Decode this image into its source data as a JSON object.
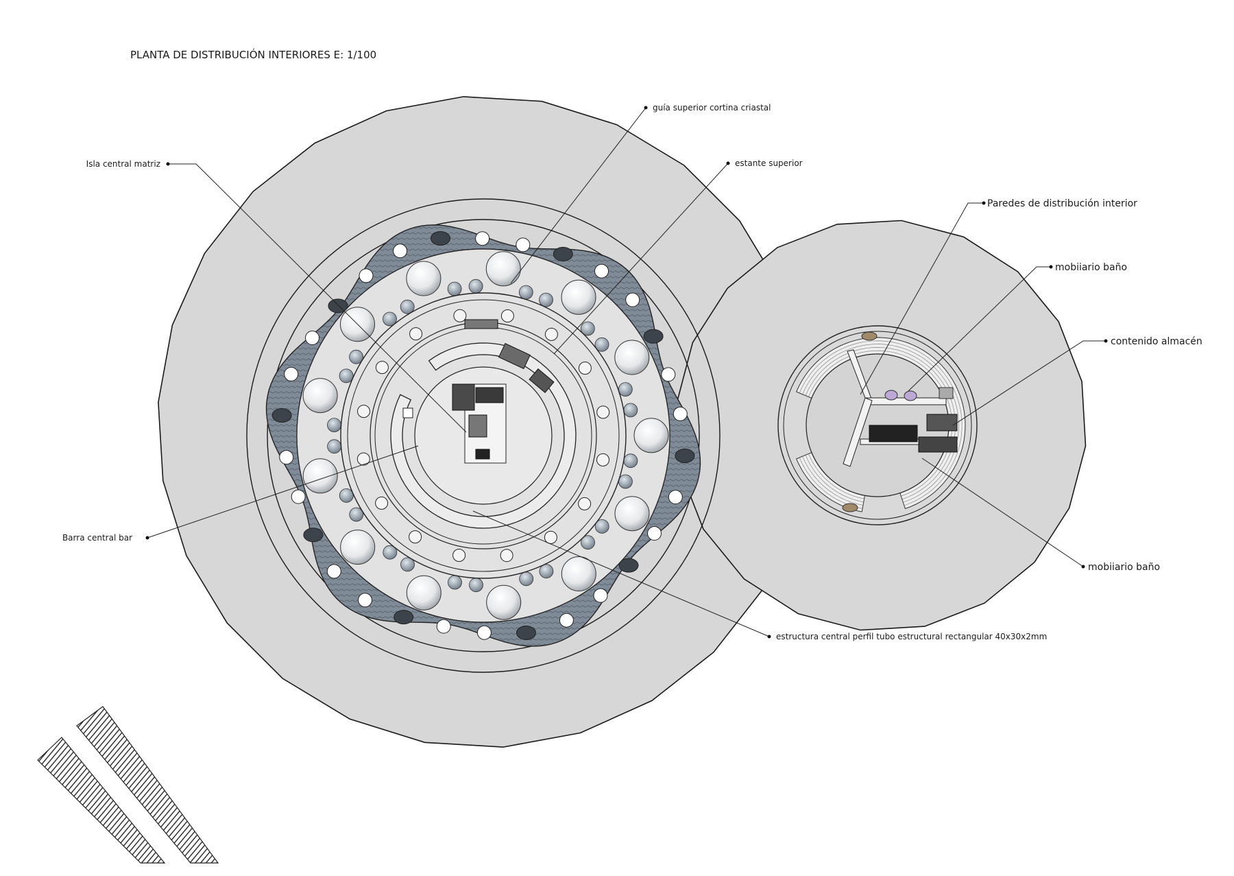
{
  "title": "PLANTA DE DISTRIBUCIÓN INTERIORES  E: 1/100",
  "labels": {
    "isla_central": "Isla central matriz",
    "guia_superior": "guía superior cortina criastal",
    "estante_superior": "estante superior",
    "barra_central": "Barra central bar",
    "estructura_central": "estructura central perfil tubo estructural rectangular 40x30x2mm",
    "paredes_distribucion": "Paredes de distribución interior",
    "mobiliario_bano_1": "mobiiario baño",
    "contenido_almacen": "contenido almacén",
    "mobiliario_bano_2": "mobiiario baño"
  },
  "colors": {
    "platform": "#d7d7d7",
    "floor": "#e3e3e3",
    "wall_dark": "#5c646b",
    "wall_light": "#8a96a3",
    "furniture": "#c9ced3",
    "stroke": "#1a1a1a"
  }
}
